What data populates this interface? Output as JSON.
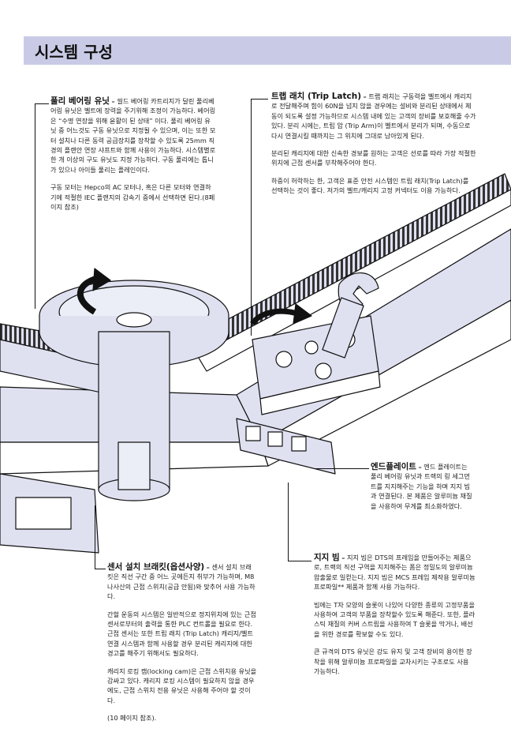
{
  "header": {
    "title": "시스템 구성"
  },
  "callouts": {
    "pulley": {
      "term": "풀리 베어링 유닛",
      "dash": "–",
      "p1": "씰드 베어링 카트리지가 달린 풀리베어링 유닛은 벨트에 장력을 주기위해 조정이 가능하다. 베어링은 “수명 연장을 위해 윤활이 된 상태” 이다. 풀리 베어링 유닛 중 어느것도 구동 유닛으로 지정될 수 있으며, 이는 또한 모터 설치나 다른 동력 공급장치를 장착할 수 있도록 25mm 직경의 플랜안 연장 샤프트와 함께 사용이 가능하다. 시스템별로 한 개 이상의 구도 유닛도 지정 가능하다. 구동 풀리에는 톱니가 있으나 아이들 풀리는 플레인이다.",
      "p2": "구동 모터는 Hepco의 AC 모터나, 혹은 다른 모터와 연결하기에 적절한 IEC 플랜지의 감속기 중에서 선택하면 된다.(8페이지 참조)"
    },
    "trip": {
      "term": "트랩 래치 (Trip Latch)",
      "dash": "–",
      "p1": "트랩 래치는 구동력을 벨트에서 캐리지로 전달해주며 힘이 60N을 넘지 않을 경우에는 설비와 분리된 상태에서 제동이 되도록 설정 가능하므로 시스템 내에 있는 고객의 장비를 보호해줄 수가 있다. 분리 시에는, 트립 암 (Trip Arm)이 벨트에서 분리가 되며, 수동으로 다시 연결시킬 때까지는 그 위치에 그대로 남아있게 된다.",
      "p2": "분리된 캐리지에 대한 신속한 경보를 원하는 고객은 선로를 따라 가장 적절한 위치에 근접 센서를 부착해주어야 한다.",
      "p3": "하중이 허락하는 한, 고객은 표준 안전 시스템인 트립 래치(Trip Latch)를 선택하는 것이 좋다. 저가의 벨트/캐리지 고정 커넥터도 이용 가능하다."
    },
    "endplate": {
      "term": "엔드플레이트",
      "dash": "–",
      "p1": "엔드 플레이트는 풀리 베어링 유닛과 트랙의 링 세그먼트를 지지해주는 기능을 하며 지지 빔과 연결된다. 본 제품은 알루미늄 재질을 사용하여 무게를 최소화하였다."
    },
    "beam": {
      "term": "지지 빔",
      "dash": "–",
      "p1": "지지 빔은 DTS의 프레임을 만들어주는 제품으로, 트랙의 직선 구역을 지지해주는 폼은 정밀도의 알루미늄 압출물로 일컫는다. 지지 빔은 MCS 프레임 제작용 알루미늄 프로파일** 제품과 함께 사용 가능하다.",
      "p2": "빔에는 T자 모양의 슬롯이 나있어 다양한 종류의 고정부품을 사용하여 고객의 부품을 장착할수 있도록 해준다. 또한, 플라스틱 재질의 커버 스트립을 사용하여 T 슬롯을 막거나, 배선을 위한 경로를 확보할 수도 있다.",
      "p3": "큰 규격의 DTS 유닛은 강도 유지 및 고객 장비의 용이한 장착을 위해 알루미늄 프로파일을 교차시키는 구조로도 사용 가능하다."
    },
    "sensor": {
      "term": "센서 설치 브래킷(옵션사양)",
      "dash": "–",
      "p1": "센서 설치 브래킷은 직선 구간 중 어느 곳에든지 취부가 가능하며, M8 나사산의 근접 스위치(공급 안됨)와 맞추어 사용 가능하다.",
      "p2": "간헐 운동의 시스템은 일반적으로 정지위치에 있는 근접센서로부터의 출력을 통한 PLC 컨트롤을 필요로 한다. 근접 센서는 또한 트립 래치 (Trip Latch) 캐리지/벨트 연결 시스템과 함께 사용할 경우 분리된 캐리지에 대한 경고를 해주기 위해서도 필요하다.",
      "p3": "캐리지 로킹 캠(locking cam)은 근접 스위치용 유닛을 감싸고 있다. 캐리지 로킹 시스템이 필요하지 않을 경우에도, 근접 스위치 전용 유닛은 사용해 주어야 할 것이다.",
      "p4": "(10 페이지 참조)."
    }
  },
  "colors": {
    "header_band": "#c9cbe6",
    "illustration_fill": "#dfe1f1",
    "line": "#111111"
  }
}
